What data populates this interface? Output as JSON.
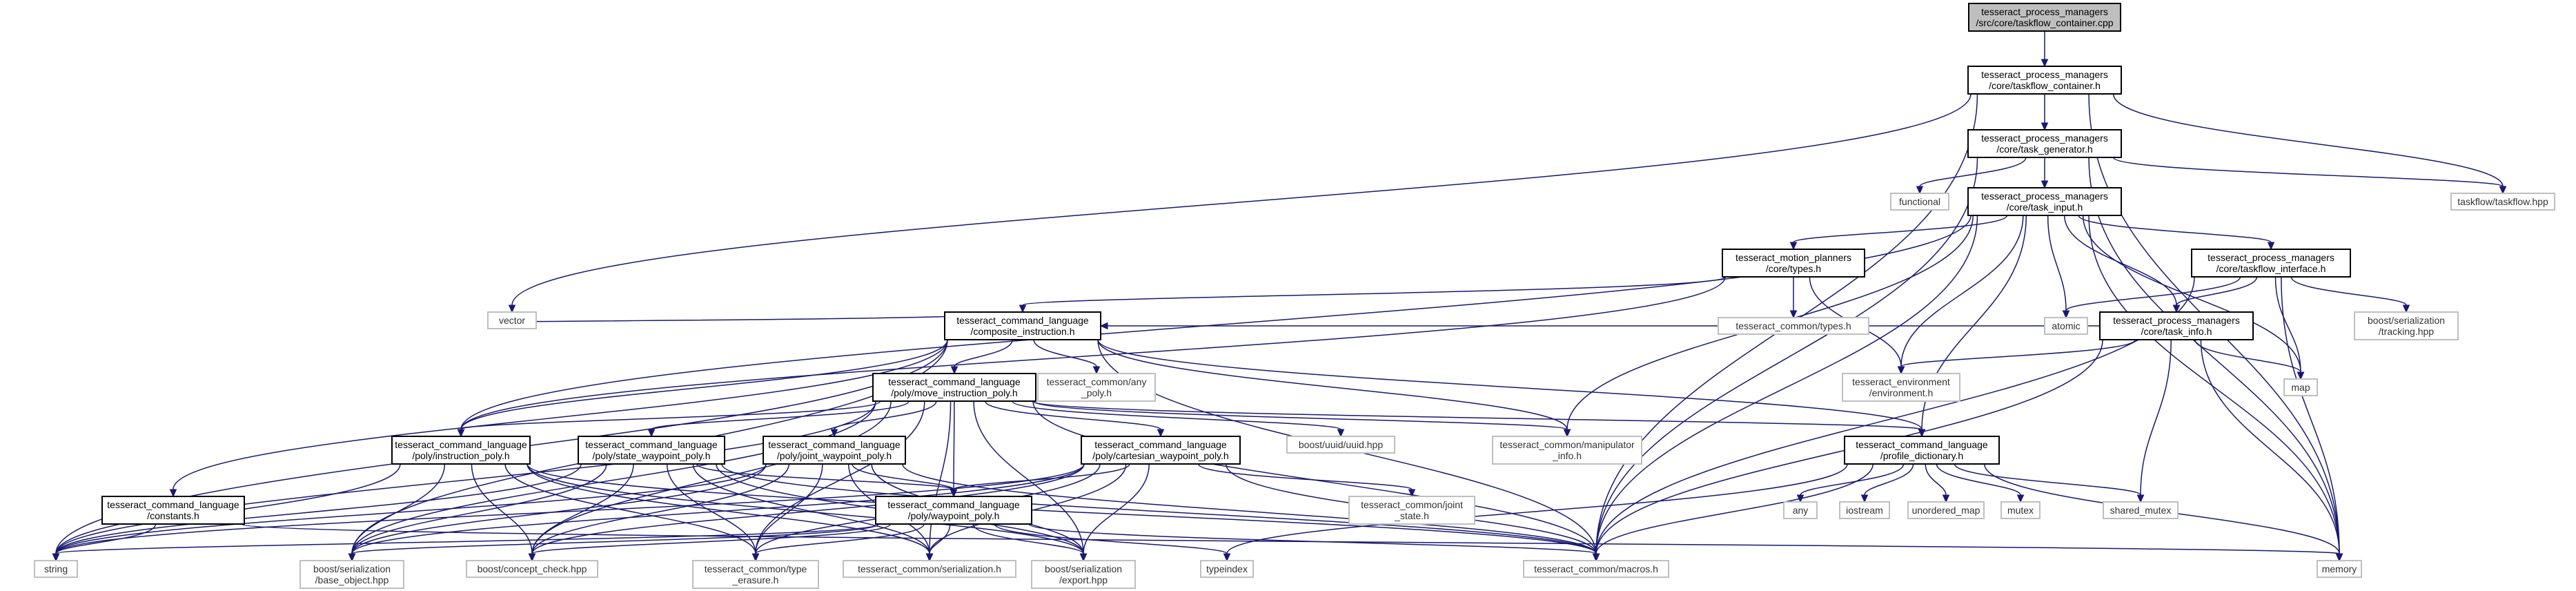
{
  "colors": {
    "edge": "#191970",
    "primary_border": "#000000",
    "external_border": "#bfbfbf",
    "root_fill": "#bfbfbf",
    "background": "#ffffff"
  },
  "nodes": [
    {
      "id": "taskflow_container_cpp",
      "lines": [
        "tesseract_process_managers",
        "/src/core/taskflow_container.cpp"
      ],
      "kind": "root"
    },
    {
      "id": "taskflow_container_h",
      "lines": [
        "tesseract_process_managers",
        "/core/taskflow_container.h"
      ],
      "kind": "primary"
    },
    {
      "id": "task_generator_h",
      "lines": [
        "tesseract_process_managers",
        "/core/task_generator.h"
      ],
      "kind": "primary"
    },
    {
      "id": "task_input_h",
      "lines": [
        "tesseract_process_managers",
        "/core/task_input.h"
      ],
      "kind": "primary"
    },
    {
      "id": "motion_types_h",
      "lines": [
        "tesseract_motion_planners",
        "/core/types.h"
      ],
      "kind": "primary"
    },
    {
      "id": "taskflow_interface_h",
      "lines": [
        "tesseract_process_managers",
        "/core/taskflow_interface.h"
      ],
      "kind": "primary"
    },
    {
      "id": "task_info_h",
      "lines": [
        "tesseract_process_managers",
        "/core/task_info.h"
      ],
      "kind": "primary"
    },
    {
      "id": "composite_instruction_h",
      "lines": [
        "tesseract_command_language",
        "/composite_instruction.h"
      ],
      "kind": "primary"
    },
    {
      "id": "move_instruction_poly_h",
      "lines": [
        "tesseract_command_language",
        "/poly/move_instruction_poly.h"
      ],
      "kind": "primary"
    },
    {
      "id": "instruction_poly_h",
      "lines": [
        "tesseract_command_language",
        "/poly/instruction_poly.h"
      ],
      "kind": "primary"
    },
    {
      "id": "state_waypoint_poly_h",
      "lines": [
        "tesseract_command_language",
        "/poly/state_waypoint_poly.h"
      ],
      "kind": "primary"
    },
    {
      "id": "joint_waypoint_poly_h",
      "lines": [
        "tesseract_command_language",
        "/poly/joint_waypoint_poly.h"
      ],
      "kind": "primary"
    },
    {
      "id": "cartesian_waypoint_poly_h",
      "lines": [
        "tesseract_command_language",
        "/poly/cartesian_waypoint_poly.h"
      ],
      "kind": "primary"
    },
    {
      "id": "waypoint_poly_h",
      "lines": [
        "tesseract_command_language",
        "/poly/waypoint_poly.h"
      ],
      "kind": "primary"
    },
    {
      "id": "constants_h",
      "lines": [
        "tesseract_command_language",
        "/constants.h"
      ],
      "kind": "primary"
    },
    {
      "id": "profile_dictionary_h",
      "lines": [
        "tesseract_command_language",
        "/profile_dictionary.h"
      ],
      "kind": "primary"
    },
    {
      "id": "vector",
      "lines": [
        "vector"
      ],
      "kind": "external"
    },
    {
      "id": "functional",
      "lines": [
        "functional"
      ],
      "kind": "external"
    },
    {
      "id": "taskflow_hpp",
      "lines": [
        "taskflow/taskflow.hpp"
      ],
      "kind": "external"
    },
    {
      "id": "common_types_h",
      "lines": [
        "tesseract_common/types.h"
      ],
      "kind": "external"
    },
    {
      "id": "atomic",
      "lines": [
        "atomic"
      ],
      "kind": "external"
    },
    {
      "id": "boost_tracking_hpp",
      "lines": [
        "boost/serialization",
        "/tracking.hpp"
      ],
      "kind": "external"
    },
    {
      "id": "environment_h",
      "lines": [
        "tesseract_environment",
        "/environment.h"
      ],
      "kind": "external"
    },
    {
      "id": "map",
      "lines": [
        "map"
      ],
      "kind": "external"
    },
    {
      "id": "any_poly_h",
      "lines": [
        "tesseract_common/any",
        "_poly.h"
      ],
      "kind": "external"
    },
    {
      "id": "uuid_hpp",
      "lines": [
        "boost/uuid/uuid.hpp"
      ],
      "kind": "external"
    },
    {
      "id": "manipulator_info_h",
      "lines": [
        "tesseract_common/manipulator",
        "_info.h"
      ],
      "kind": "external"
    },
    {
      "id": "joint_state_h",
      "lines": [
        "tesseract_common/joint",
        "_state.h"
      ],
      "kind": "external"
    },
    {
      "id": "any",
      "lines": [
        "any"
      ],
      "kind": "external"
    },
    {
      "id": "iostream",
      "lines": [
        "iostream"
      ],
      "kind": "external"
    },
    {
      "id": "unordered_map",
      "lines": [
        "unordered_map"
      ],
      "kind": "external"
    },
    {
      "id": "mutex",
      "lines": [
        "mutex"
      ],
      "kind": "external"
    },
    {
      "id": "shared_mutex",
      "lines": [
        "shared_mutex"
      ],
      "kind": "external"
    },
    {
      "id": "string",
      "lines": [
        "string"
      ],
      "kind": "external"
    },
    {
      "id": "base_object_hpp",
      "lines": [
        "boost/serialization",
        "/base_object.hpp"
      ],
      "kind": "external"
    },
    {
      "id": "concept_check_hpp",
      "lines": [
        "boost/concept_check.hpp"
      ],
      "kind": "external"
    },
    {
      "id": "type_erasure_h",
      "lines": [
        "tesseract_common/type",
        "_erasure.h"
      ],
      "kind": "external"
    },
    {
      "id": "serialization_h",
      "lines": [
        "tesseract_common/serialization.h"
      ],
      "kind": "external"
    },
    {
      "id": "export_hpp",
      "lines": [
        "boost/serialization",
        "/export.hpp"
      ],
      "kind": "external"
    },
    {
      "id": "typeindex",
      "lines": [
        "typeindex"
      ],
      "kind": "external"
    },
    {
      "id": "macros_h",
      "lines": [
        "tesseract_common/macros.h"
      ],
      "kind": "external"
    },
    {
      "id": "memory",
      "lines": [
        "memory"
      ],
      "kind": "external"
    }
  ],
  "edges": [
    [
      "taskflow_container_cpp",
      "taskflow_container_h"
    ],
    [
      "taskflow_container_h",
      "vector"
    ],
    [
      "taskflow_container_h",
      "task_generator_h"
    ],
    [
      "taskflow_container_h",
      "taskflow_hpp"
    ],
    [
      "taskflow_container_h",
      "macros_h"
    ],
    [
      "taskflow_container_h",
      "memory"
    ],
    [
      "task_generator_h",
      "functional"
    ],
    [
      "task_generator_h",
      "task_input_h"
    ],
    [
      "task_generator_h",
      "taskflow_hpp"
    ],
    [
      "task_generator_h",
      "macros_h"
    ],
    [
      "task_generator_h",
      "memory"
    ],
    [
      "task_input_h",
      "atomic"
    ],
    [
      "task_input_h",
      "motion_types_h"
    ],
    [
      "task_input_h",
      "taskflow_interface_h"
    ],
    [
      "task_input_h",
      "task_info_h"
    ],
    [
      "task_input_h",
      "instruction_poly_h"
    ],
    [
      "task_input_h",
      "environment_h"
    ],
    [
      "task_input_h",
      "manipulator_info_h"
    ],
    [
      "task_input_h",
      "profile_dictionary_h"
    ],
    [
      "task_input_h",
      "map"
    ],
    [
      "task_input_h",
      "memory"
    ],
    [
      "task_input_h",
      "macros_h"
    ],
    [
      "motion_types_h",
      "composite_instruction_h"
    ],
    [
      "motion_types_h",
      "common_types_h"
    ],
    [
      "motion_types_h",
      "environment_h"
    ],
    [
      "motion_types_h",
      "instruction_poly_h"
    ],
    [
      "taskflow_interface_h",
      "atomic"
    ],
    [
      "taskflow_interface_h",
      "task_info_h"
    ],
    [
      "taskflow_interface_h",
      "boost_tracking_hpp"
    ],
    [
      "taskflow_interface_h",
      "map"
    ],
    [
      "taskflow_interface_h",
      "memory"
    ],
    [
      "taskflow_interface_h",
      "macros_h"
    ],
    [
      "task_info_h",
      "environment_h"
    ],
    [
      "task_info_h",
      "map"
    ],
    [
      "task_info_h",
      "shared_mutex"
    ],
    [
      "task_info_h",
      "memory"
    ],
    [
      "task_info_h",
      "macros_h"
    ],
    [
      "task_info_h",
      "composite_instruction_h"
    ],
    [
      "composite_instruction_h",
      "vector"
    ],
    [
      "composite_instruction_h",
      "any_poly_h"
    ],
    [
      "composite_instruction_h",
      "move_instruction_poly_h"
    ],
    [
      "composite_instruction_h",
      "instruction_poly_h"
    ],
    [
      "composite_instruction_h",
      "constants_h"
    ],
    [
      "composite_instruction_h",
      "profile_dictionary_h"
    ],
    [
      "composite_instruction_h",
      "manipulator_info_h"
    ],
    [
      "composite_instruction_h",
      "base_object_hpp"
    ],
    [
      "composite_instruction_h",
      "string"
    ],
    [
      "composite_instruction_h",
      "macros_h"
    ],
    [
      "move_instruction_poly_h",
      "instruction_poly_h"
    ],
    [
      "move_instruction_poly_h",
      "state_waypoint_poly_h"
    ],
    [
      "move_instruction_poly_h",
      "joint_waypoint_poly_h"
    ],
    [
      "move_instruction_poly_h",
      "cartesian_waypoint_poly_h"
    ],
    [
      "move_instruction_poly_h",
      "waypoint_poly_h"
    ],
    [
      "move_instruction_poly_h",
      "uuid_hpp"
    ],
    [
      "move_instruction_poly_h",
      "manipulator_info_h"
    ],
    [
      "move_instruction_poly_h",
      "profile_dictionary_h"
    ],
    [
      "move_instruction_poly_h",
      "concept_check_hpp"
    ],
    [
      "move_instruction_poly_h",
      "type_erasure_h"
    ],
    [
      "move_instruction_poly_h",
      "serialization_h"
    ],
    [
      "move_instruction_poly_h",
      "export_hpp"
    ],
    [
      "move_instruction_poly_h",
      "base_object_hpp"
    ],
    [
      "move_instruction_poly_h",
      "string"
    ],
    [
      "move_instruction_poly_h",
      "macros_h"
    ],
    [
      "instruction_poly_h",
      "string"
    ],
    [
      "instruction_poly_h",
      "base_object_hpp"
    ],
    [
      "instruction_poly_h",
      "concept_check_hpp"
    ],
    [
      "instruction_poly_h",
      "type_erasure_h"
    ],
    [
      "instruction_poly_h",
      "serialization_h"
    ],
    [
      "instruction_poly_h",
      "export_hpp"
    ],
    [
      "instruction_poly_h",
      "macros_h"
    ],
    [
      "state_waypoint_poly_h",
      "waypoint_poly_h"
    ],
    [
      "state_waypoint_poly_h",
      "base_object_hpp"
    ],
    [
      "state_waypoint_poly_h",
      "concept_check_hpp"
    ],
    [
      "state_waypoint_poly_h",
      "type_erasure_h"
    ],
    [
      "state_waypoint_poly_h",
      "serialization_h"
    ],
    [
      "state_waypoint_poly_h",
      "export_hpp"
    ],
    [
      "state_waypoint_poly_h",
      "string"
    ],
    [
      "state_waypoint_poly_h",
      "macros_h"
    ],
    [
      "joint_waypoint_poly_h",
      "waypoint_poly_h"
    ],
    [
      "joint_waypoint_poly_h",
      "base_object_hpp"
    ],
    [
      "joint_waypoint_poly_h",
      "concept_check_hpp"
    ],
    [
      "joint_waypoint_poly_h",
      "type_erasure_h"
    ],
    [
      "joint_waypoint_poly_h",
      "serialization_h"
    ],
    [
      "joint_waypoint_poly_h",
      "export_hpp"
    ],
    [
      "joint_waypoint_poly_h",
      "string"
    ],
    [
      "joint_waypoint_poly_h",
      "macros_h"
    ],
    [
      "cartesian_waypoint_poly_h",
      "waypoint_poly_h"
    ],
    [
      "cartesian_waypoint_poly_h",
      "joint_state_h"
    ],
    [
      "cartesian_waypoint_poly_h",
      "base_object_hpp"
    ],
    [
      "cartesian_waypoint_poly_h",
      "concept_check_hpp"
    ],
    [
      "cartesian_waypoint_poly_h",
      "type_erasure_h"
    ],
    [
      "cartesian_waypoint_poly_h",
      "serialization_h"
    ],
    [
      "cartesian_waypoint_poly_h",
      "export_hpp"
    ],
    [
      "cartesian_waypoint_poly_h",
      "string"
    ],
    [
      "cartesian_waypoint_poly_h",
      "macros_h"
    ],
    [
      "waypoint_poly_h",
      "string"
    ],
    [
      "waypoint_poly_h",
      "base_object_hpp"
    ],
    [
      "waypoint_poly_h",
      "concept_check_hpp"
    ],
    [
      "waypoint_poly_h",
      "type_erasure_h"
    ],
    [
      "waypoint_poly_h",
      "serialization_h"
    ],
    [
      "waypoint_poly_h",
      "export_hpp"
    ],
    [
      "waypoint_poly_h",
      "typeindex"
    ],
    [
      "waypoint_poly_h",
      "macros_h"
    ],
    [
      "constants_h",
      "string"
    ],
    [
      "constants_h",
      "memory"
    ],
    [
      "profile_dictionary_h",
      "any"
    ],
    [
      "profile_dictionary_h",
      "iostream"
    ],
    [
      "profile_dictionary_h",
      "unordered_map"
    ],
    [
      "profile_dictionary_h",
      "mutex"
    ],
    [
      "profile_dictionary_h",
      "shared_mutex"
    ],
    [
      "profile_dictionary_h",
      "memory"
    ],
    [
      "profile_dictionary_h",
      "typeindex"
    ],
    [
      "profile_dictionary_h",
      "macros_h"
    ]
  ]
}
